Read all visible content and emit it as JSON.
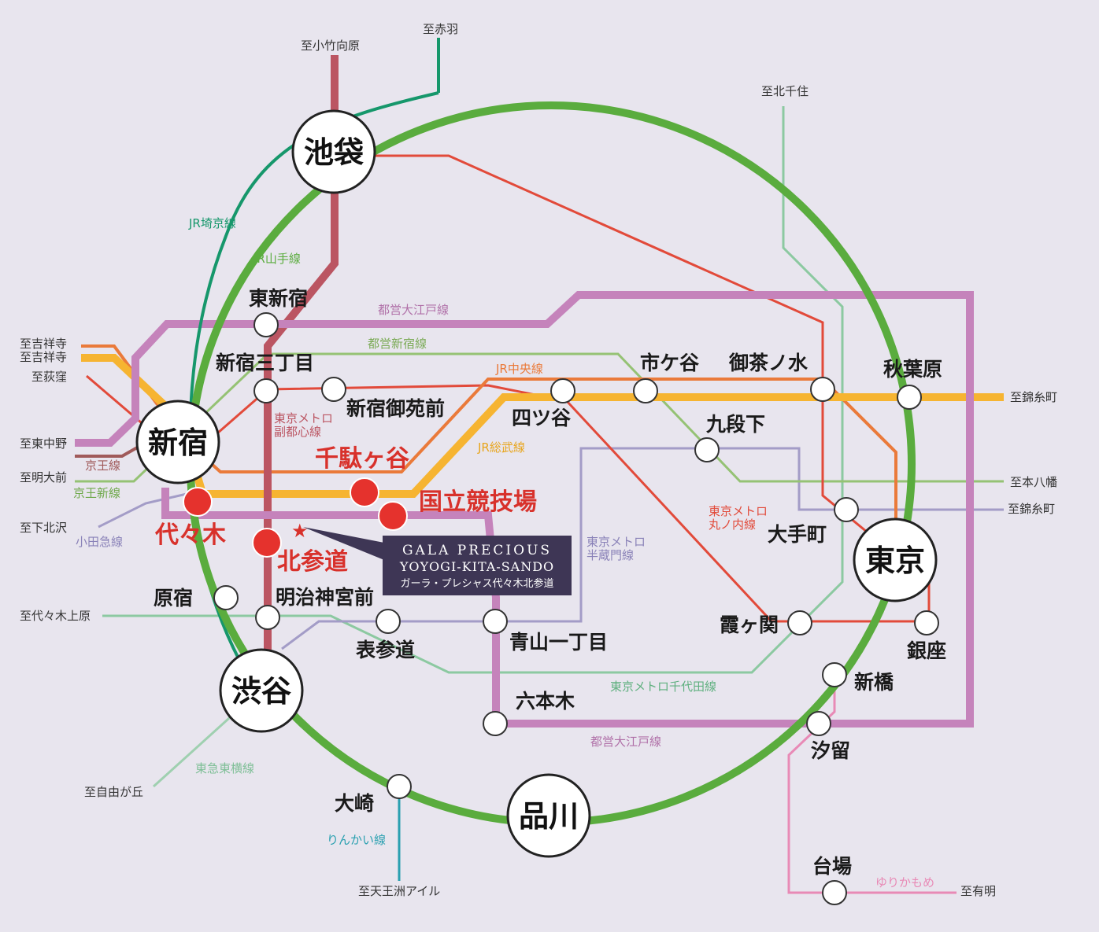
{
  "colors": {
    "background": "#e8e5ee",
    "yamanote": "#5aac3e",
    "saikyo": "#16976b",
    "fukutoshin": "#bb5562",
    "oedo": "#c583bb",
    "shinjuku_line": "#95c274",
    "chuo": "#ea7a3a",
    "sobu": "#f6b431",
    "marunouchi": "#e24a3a",
    "hanzomon": "#a39cc7",
    "chiyoda": "#8cc9a1",
    "yurikamome": "#e88ab6",
    "rinkai": "#2aa0b0",
    "keio": "#a05a5a",
    "toyoko": "#9fd0b0",
    "highlight": "#e5322d",
    "label_red": "#d8312b",
    "banner": "#3e3655"
  },
  "lines": {
    "yamanote": "JR山手線",
    "saikyo": "JR埼京線",
    "oedo_top": "都営大江戸線",
    "oedo_bottom": "都営大江戸線",
    "shinjuku_line": "都営新宿線",
    "chuo": "JR中央線",
    "sobu": "JR総武線",
    "fukutoshin_1": "東京メトロ",
    "fukutoshin_2": "副都心線",
    "marunouchi_1": "東京メトロ",
    "marunouchi_2": "丸ノ内線",
    "hanzomon_1": "東京メトロ",
    "hanzomon_2": "半蔵門線",
    "chiyoda": "東京メトロ千代田線",
    "keio": "京王線",
    "keio_new": "京王新線",
    "odakyu": "小田急線",
    "toyoko": "東急東横線",
    "rinkai": "りんかい線",
    "yurikamome": "ゆりかもめ"
  },
  "directions": {
    "kotake": "至小竹向原",
    "akabane": "至赤羽",
    "kitasenju": "至北千住",
    "kichijoji_1": "至吉祥寺",
    "kichijoji_2": "至吉祥寺",
    "ogikubo": "至荻窪",
    "higashinakano": "至東中野",
    "meidaimae": "至明大前",
    "shimokitazawa": "至下北沢",
    "yoyogiuehara": "至代々木上原",
    "jiyugaoka": "至自由が丘",
    "tennozu": "至天王洲アイル",
    "kinshicho_1": "至錦糸町",
    "motoyawata": "至本八幡",
    "kinshicho_2": "至錦糸町",
    "ariake": "至有明"
  },
  "stations": {
    "ikebukuro": "池袋",
    "shinjuku": "新宿",
    "shibuya": "渋谷",
    "shinagawa": "品川",
    "tokyo": "東京",
    "higashishinjuku": "東新宿",
    "shinjukusanchome": "新宿三丁目",
    "shinjukugyoenmae": "新宿御苑前",
    "ichigaya": "市ケ谷",
    "ochanomizu": "御茶ノ水",
    "akihabara": "秋葉原",
    "yotsuya": "四ツ谷",
    "kudanshita": "九段下",
    "otemachi": "大手町",
    "kasumigaseki": "霞ヶ関",
    "ginza": "銀座",
    "shimbashi": "新橋",
    "shiodome": "汐留",
    "daiba": "台場",
    "osaki": "大崎",
    "harajuku": "原宿",
    "meijijingumae": "明治神宮前",
    "omotesando": "表参道",
    "aoyamaitchome": "青山一丁目",
    "roppongi": "六本木"
  },
  "highlight_stations": {
    "sendagaya": "千駄ヶ谷",
    "kokuritsu": "国立競技場",
    "yoyogi": "代々木",
    "kitasando": "北参道"
  },
  "property": {
    "line1": "GALA PRECIOUS",
    "line2": "YOYOGI-KITA-SANDO",
    "line3": "ガーラ・プレシャス代々木北参道",
    "marker": "★"
  }
}
